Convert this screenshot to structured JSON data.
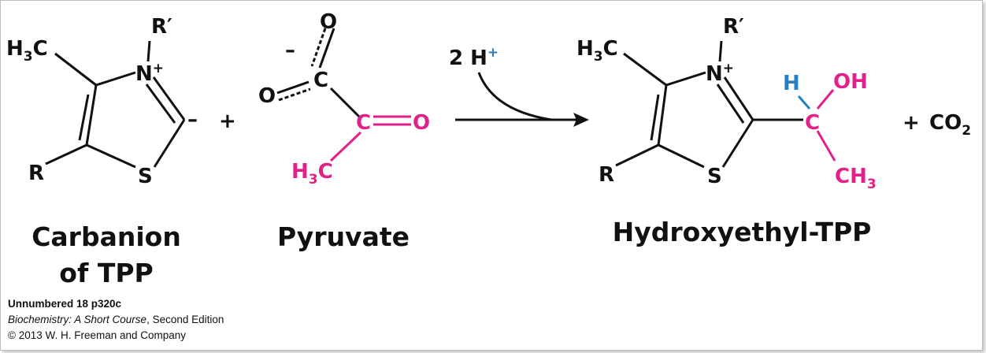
{
  "colors": {
    "black": "#111111",
    "magenta": "#e0218a",
    "blue": "#2a7fc1"
  },
  "atoms": {
    "h3c": "H",
    "three": "3",
    "c": "C",
    "rprime": "R′",
    "n": "N",
    "plus": "+",
    "r": "R",
    "s": "S",
    "minus": "–",
    "o": "O",
    "h": "H",
    "oh": "OH",
    "two_h": "2 H",
    "ch": "CH",
    "co": "CO",
    "two": "2"
  },
  "labels": {
    "carbanion_line1": "Carbanion",
    "carbanion_line2": "of TPP",
    "pyruvate": "Pyruvate",
    "product": "Hydroxyethyl-TPP"
  },
  "caption": {
    "id": "Unnumbered 18 p320c",
    "book": "Biochemistry: A Short Course",
    "edition": ", Second Edition",
    "copyright": "© 2013 W. H. Freeman and Company"
  }
}
